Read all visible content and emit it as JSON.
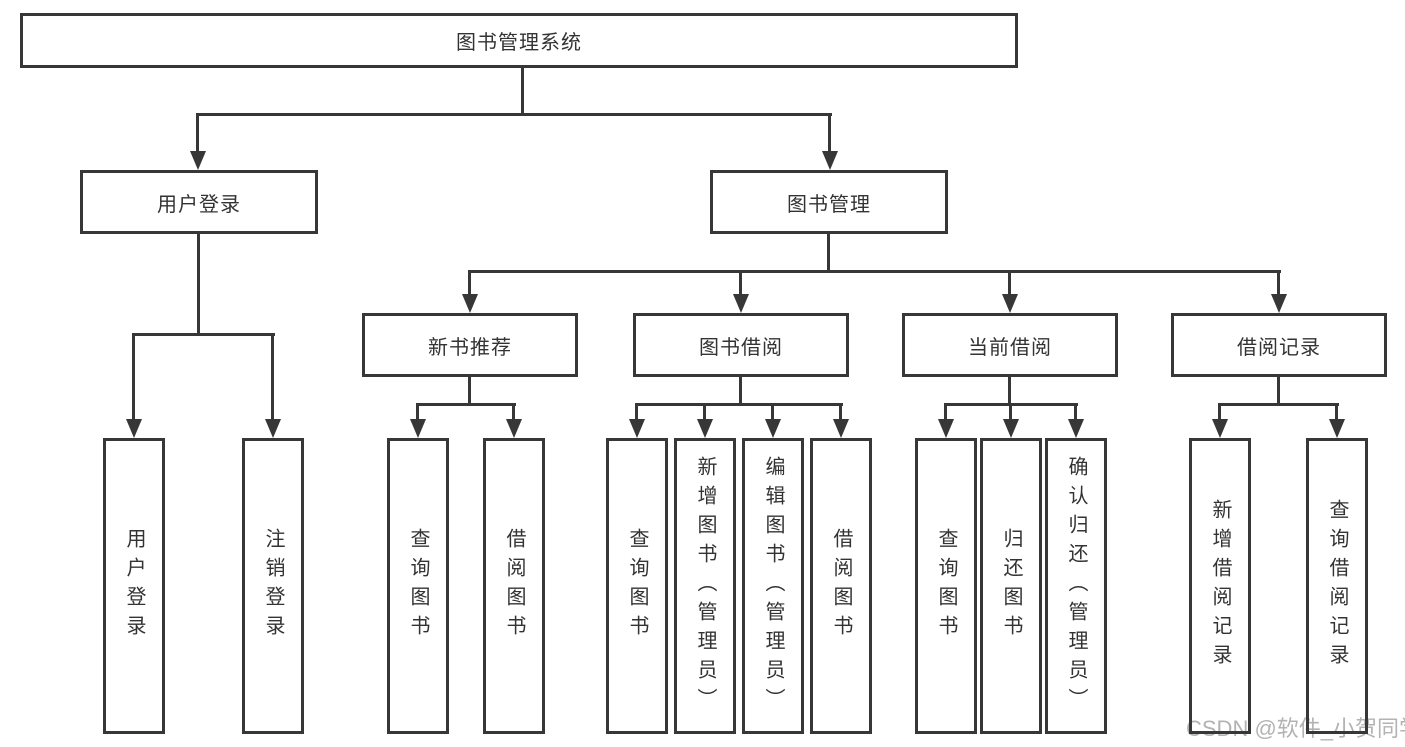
{
  "colors": {
    "line": "#373737",
    "text": "#333333",
    "watermark": "#b3b3b3",
    "background": "#ffffff"
  },
  "diagram_type": "hierarchy-tree",
  "tree": {
    "root": {
      "label": "图书管理系统"
    },
    "children": [
      {
        "label": "用户登录",
        "children": [
          {
            "label": "用户登录"
          },
          {
            "label": "注销登录"
          }
        ]
      },
      {
        "label": "图书管理",
        "children": [
          {
            "label": "新书推荐",
            "children": [
              {
                "label": "查询图书"
              },
              {
                "label": "借阅图书"
              }
            ]
          },
          {
            "label": "图书借阅",
            "children": [
              {
                "label": "查询图书"
              },
              {
                "label": "新增图书（管理员）"
              },
              {
                "label": "编辑图书（管理员）"
              },
              {
                "label": "借阅图书"
              }
            ]
          },
          {
            "label": "当前借阅",
            "children": [
              {
                "label": "查询图书"
              },
              {
                "label": "归还图书"
              },
              {
                "label": "确认归还（管理员）"
              }
            ]
          },
          {
            "label": "借阅记录",
            "children": [
              {
                "label": "新增借阅记录"
              },
              {
                "label": "查询借阅记录"
              }
            ]
          }
        ]
      }
    ]
  },
  "watermark": {
    "text": "CSDN @软件_小贺同学"
  }
}
